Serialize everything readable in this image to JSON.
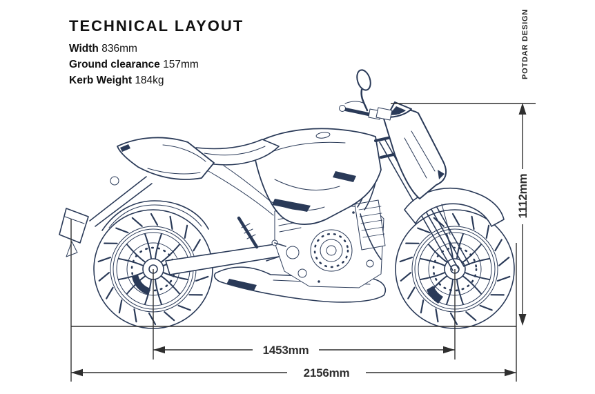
{
  "header": {
    "title": "TECHNICAL LAYOUT",
    "specs": [
      {
        "label": "Width",
        "value": "836mm"
      },
      {
        "label": "Ground clearance",
        "value": "157mm"
      },
      {
        "label": "Kerb Weight",
        "value": "184kg"
      }
    ]
  },
  "watermark": "POTDAR DESIGN",
  "dimensions": {
    "height": "1112mm",
    "wheelbase": "1453mm",
    "overall_length": "2156mm"
  },
  "subject": "motorcycle-side-view-technical-drawing",
  "colors": {
    "ink": "#2a3a58",
    "dim": "#2f2f2f",
    "text": "#111111",
    "bg": "#ffffff"
  }
}
